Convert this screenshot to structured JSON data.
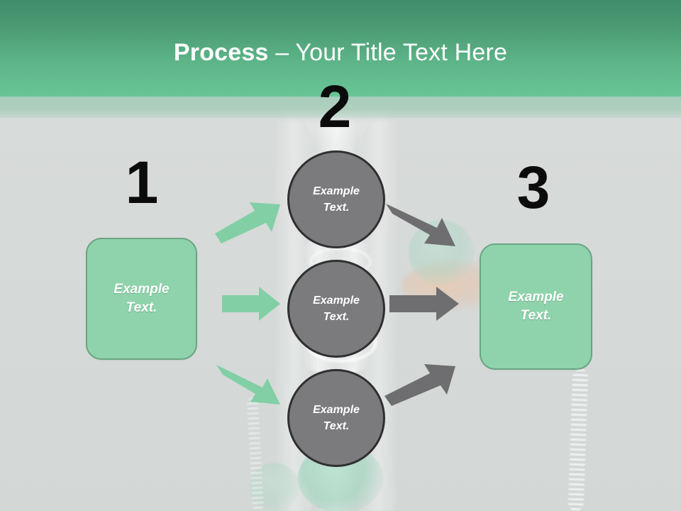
{
  "slide": {
    "title_bold": "Process",
    "title_rest": " – Your Title Text Here",
    "background_color": "#d7dbda",
    "header_gradient_top": "#3f8d69",
    "header_gradient_bottom": "#68c596",
    "accent_green": "#8ed3ab",
    "accent_green_border": "#6aa583",
    "arrow_green": "#82cfa5",
    "circle_gray": "#7b7b7e",
    "circle_border": "#2f2f31",
    "arrow_gray": "#6e6e70",
    "number_color": "#0b0b0b",
    "text_color": "#ffffff"
  },
  "steps": [
    {
      "number": "1"
    },
    {
      "number": "2"
    },
    {
      "number": "3"
    }
  ],
  "boxes": {
    "left": {
      "line1": "Example",
      "line2": "Text."
    },
    "right": {
      "line1": "Example",
      "line2": "Text."
    }
  },
  "circles": [
    {
      "line1": "Example",
      "line2": "Text."
    },
    {
      "line1": "Example",
      "line2": "Text."
    },
    {
      "line1": "Example",
      "line2": "Text."
    }
  ],
  "arrows": {
    "green": [
      {
        "name": "arrow-green-up",
        "direction": "up-right"
      },
      {
        "name": "arrow-green-right",
        "direction": "right"
      },
      {
        "name": "arrow-green-down",
        "direction": "down-right"
      }
    ],
    "gray": [
      {
        "name": "arrow-gray-down",
        "direction": "down-right"
      },
      {
        "name": "arrow-gray-right",
        "direction": "right"
      },
      {
        "name": "arrow-gray-up",
        "direction": "up-right"
      }
    ]
  }
}
